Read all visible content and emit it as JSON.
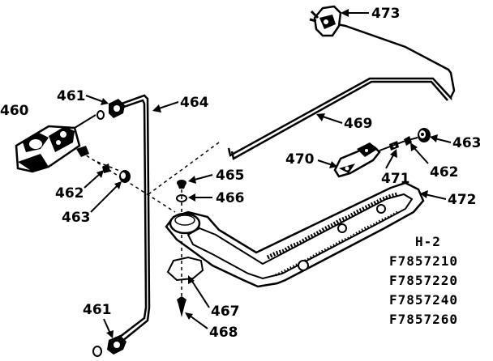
{
  "diagram": {
    "parts": [
      {
        "key": "p473",
        "number": "473"
      },
      {
        "key": "p461a",
        "number": "461"
      },
      {
        "key": "p464",
        "number": "464"
      },
      {
        "key": "p460",
        "number": "460"
      },
      {
        "key": "p469",
        "number": "469"
      },
      {
        "key": "p463a",
        "number": "463"
      },
      {
        "key": "p470",
        "number": "470"
      },
      {
        "key": "p462a",
        "number": "462"
      },
      {
        "key": "p465",
        "number": "465"
      },
      {
        "key": "p471",
        "number": "471"
      },
      {
        "key": "p472",
        "number": "472"
      },
      {
        "key": "p466",
        "number": "466"
      },
      {
        "key": "p462b",
        "number": "462"
      },
      {
        "key": "p463b",
        "number": "463"
      },
      {
        "key": "p467",
        "number": "467"
      },
      {
        "key": "p461b",
        "number": "461"
      },
      {
        "key": "p468",
        "number": "468"
      }
    ],
    "model_block": {
      "heading": "H-2",
      "models": [
        "F7857210",
        "F7857220",
        "F7857240",
        "F7857260"
      ]
    }
  }
}
